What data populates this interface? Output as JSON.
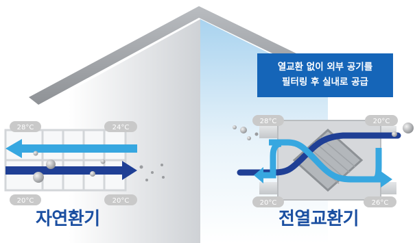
{
  "callout": {
    "line1": "열교환 없이 외부 공기를",
    "line2": "필터링 후 실내로 공급"
  },
  "natural_ventilation": {
    "caption": "자연환기",
    "temps": {
      "outdoor_top": "28°C",
      "indoor_top": "24°C",
      "outdoor_bottom": "20°C",
      "indoor_bottom": "20°C"
    }
  },
  "total_heat_exchange": {
    "caption": "전열교환기",
    "temps": {
      "outdoor_top": "28°C",
      "indoor_top": "20°C",
      "outdoor_bottom": "20°C",
      "indoor_bottom": "26°C"
    }
  },
  "colors": {
    "dark_blue": "#1f3f95",
    "light_blue": "#37a7e0",
    "caption_blue": "#1b4fa1",
    "callout_bg": "#1565b8",
    "badge_gray": "#c9c9c9"
  }
}
